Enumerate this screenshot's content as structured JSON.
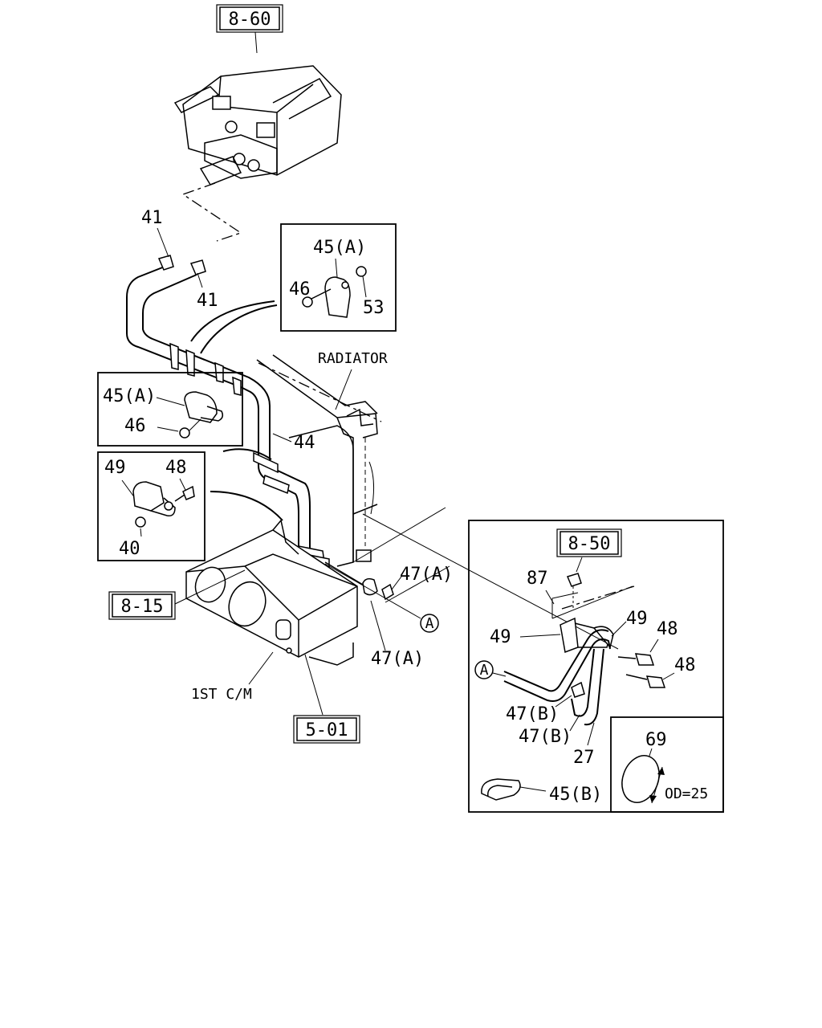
{
  "refs": {
    "r860": "8-60",
    "r850": "8-50",
    "r815": "8-15",
    "r501": "5-01"
  },
  "labels": {
    "l41a": "41",
    "l41b": "41",
    "l45a_top": "45(A)",
    "l46_top": "46",
    "l53": "53",
    "radiator": "RADIATOR",
    "l45a_mid": "45(A)",
    "l46_mid": "46",
    "l44": "44",
    "l49_left": "49",
    "l48_left": "48",
    "l40": "40",
    "l47a_1": "47(A)",
    "l47a_2": "47(A)",
    "circle_a_main": "A",
    "first_cm": "1ST C/M",
    "l87": "87",
    "l49_r1": "49",
    "l49_r2": "49",
    "l48_r1": "48",
    "l48_r2": "48",
    "circle_a_detail": "A",
    "l47b_1": "47(B)",
    "l47b_2": "47(B)",
    "l27": "27",
    "l69": "69",
    "l45b": "45(B)",
    "od": "OD=25"
  }
}
